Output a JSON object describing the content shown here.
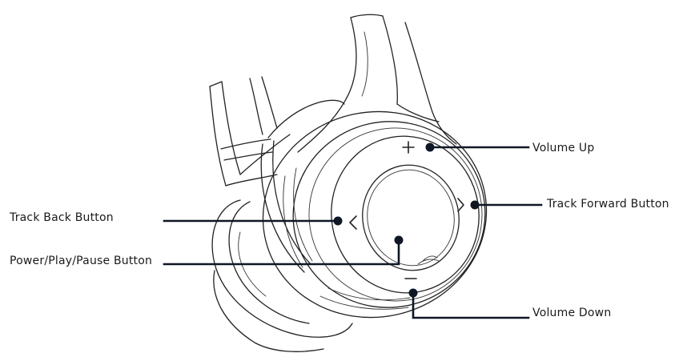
{
  "diagram": {
    "callouts": {
      "volume_up": "Volume Up",
      "track_forward": "Track Forward Button",
      "track_back": "Track Back Button",
      "power_play_pause": "Power/Play/Pause Button",
      "volume_down": "Volume Down"
    },
    "control_glyphs": {
      "plus": "+",
      "minus": "−",
      "forward": "›",
      "back": "‹"
    },
    "leader_color": "#0f1724",
    "line_art_color": "#222222"
  }
}
